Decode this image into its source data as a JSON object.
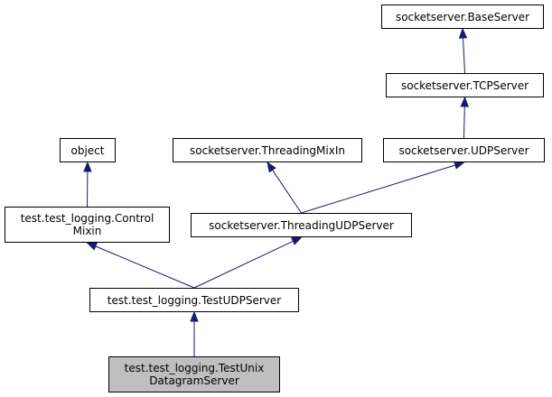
{
  "colors": {
    "edge": "#191970",
    "node_border": "#000000",
    "node_fill": "#ffffff",
    "highlight_fill": "#bfbfbf"
  },
  "nodes": {
    "base_server": {
      "lines": [
        "socketserver.BaseServer"
      ]
    },
    "tcp_server": {
      "lines": [
        "socketserver.TCPServer"
      ]
    },
    "udp_server": {
      "lines": [
        "socketserver.UDPServer"
      ]
    },
    "object": {
      "lines": [
        "object"
      ]
    },
    "threading_mixin": {
      "lines": [
        "socketserver.ThreadingMixIn"
      ]
    },
    "control_mixin": {
      "lines": [
        "test.test_logging.Control",
        "Mixin"
      ]
    },
    "threading_udp_server": {
      "lines": [
        "socketserver.ThreadingUDPServer"
      ]
    },
    "test_udp_server": {
      "lines": [
        "test.test_logging.TestUDPServer"
      ]
    },
    "test_unix_datagram_server": {
      "lines": [
        "test.test_logging.TestUnix",
        "DatagramServer"
      ]
    }
  },
  "edges": [
    {
      "from": "tcp_server",
      "to": "base_server"
    },
    {
      "from": "udp_server",
      "to": "tcp_server"
    },
    {
      "from": "control_mixin",
      "to": "object"
    },
    {
      "from": "threading_udp_server",
      "to": "threading_mixin"
    },
    {
      "from": "threading_udp_server",
      "to": "udp_server"
    },
    {
      "from": "test_udp_server",
      "to": "control_mixin"
    },
    {
      "from": "test_udp_server",
      "to": "threading_udp_server"
    },
    {
      "from": "test_unix_datagram_server",
      "to": "test_udp_server"
    }
  ]
}
